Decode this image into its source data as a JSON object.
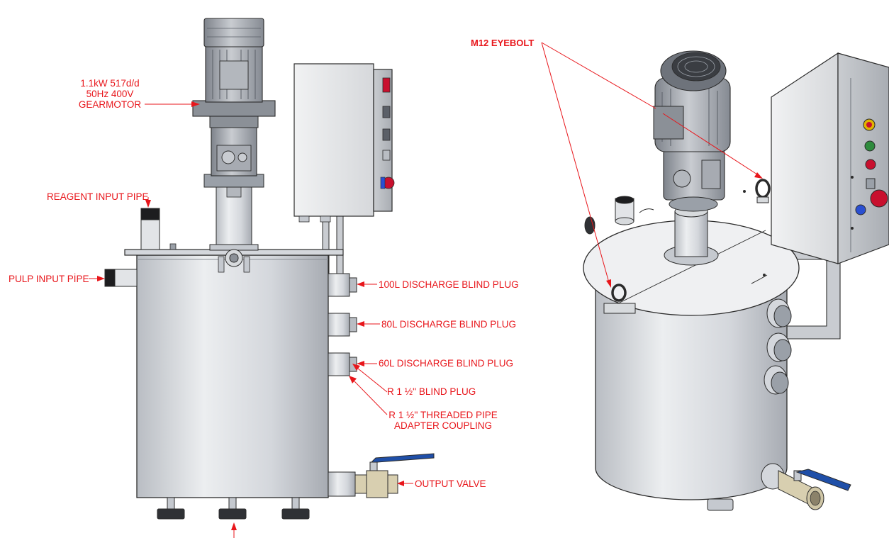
{
  "colors": {
    "callout": "#e8161b",
    "steel_light": "#e6e8eb",
    "steel_mid": "#c5c9cf",
    "steel_dark": "#8b9097",
    "outline": "#2b2b2b",
    "brass": "#d8cfb0",
    "valve_handle": "#1f4fa8",
    "lamp_red": "#c8102e",
    "lamp_green": "#2e8b3d",
    "lamp_yellow": "#e0b400",
    "lamp_blue": "#2a4fd1"
  },
  "labels": {
    "gearmotor_line1": "1.1kW 517d/d",
    "gearmotor_line2": "50Hz 400V",
    "gearmotor_line3": "GEARMOTOR",
    "reagent_input": "REAGENT INPUT PIPE",
    "pulp_input": "PULP INPUT PİPE",
    "discharge_100": "100L DISCHARGE BLIND PLUG",
    "discharge_80": "80L DISCHARGE BLIND PLUG",
    "discharge_60": "60L DISCHARGE BLIND PLUG",
    "blind_plug": "R 1 ½'' BLIND PLUG",
    "adapter_line1": "R 1 ½'' THREADED PIPE",
    "adapter_line2": "ADAPTER COUPLING",
    "output_valve": "OUTPUT VALVE",
    "eyebolt": "M12 EYEBOLT"
  }
}
